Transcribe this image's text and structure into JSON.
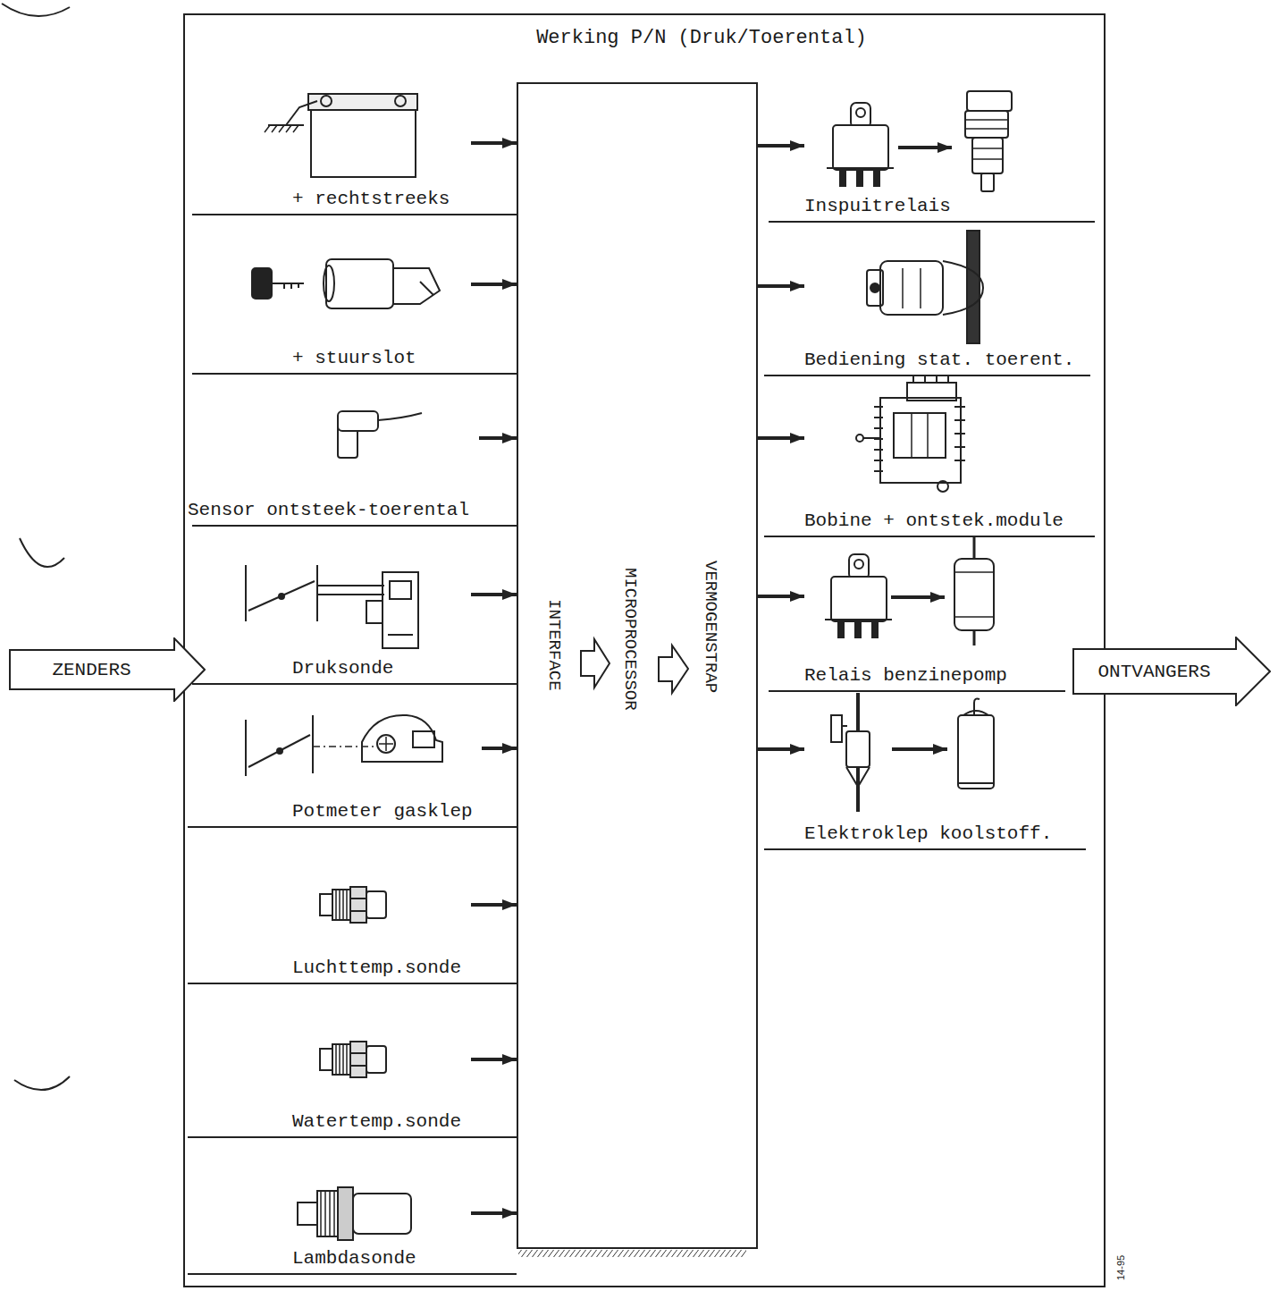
{
  "diagram": {
    "title": "Werking P/N (Druk/Toerental)",
    "nodes": [
      {
        "text": [
          "Werking P/N (Druk/Toerental)"
        ]
      },
      {
        "text": [
          "INTERFACE",
          "MICROPROCESSOR",
          "VERMOGENSTRAP"
        ],
        "in": 0
      },
      {
        "text": [
          "+ rechtstreeks"
        ],
        "in": 0
      },
      {
        "text": [
          "+ stuurslot"
        ],
        "in": 0
      },
      {
        "text": [
          "Sensor ontsteek-toerental"
        ],
        "in": 0
      },
      {
        "text": [
          "Druksonde"
        ],
        "in": 0
      },
      {
        "text": [
          "Potmeter gasklep"
        ],
        "in": 0
      },
      {
        "text": [
          "Luchttemp.sonde"
        ],
        "in": 0
      },
      {
        "text": [
          "Watertemp.sonde"
        ],
        "in": 0
      },
      {
        "text": [
          "Lambdasonde"
        ],
        "in": 0
      },
      {
        "text": [
          "Inspuitrelais"
        ],
        "in": 0
      },
      {
        "text": [
          "Bediening stat. toerent."
        ],
        "in": 0
      },
      {
        "text": [
          "Bobine + ontstek.module"
        ],
        "in": 0
      },
      {
        "text": [
          "Relais benzinepomp"
        ],
        "in": 0
      },
      {
        "text": [
          "Elektroklep koolstoff."
        ],
        "in": 0
      },
      {
        "text": [
          "ZENDERS"
        ]
      },
      {
        "text": [
          "ONTVANGERS"
        ]
      }
    ],
    "edges": [
      {
        "from": 2,
        "to": 1,
        "arrow": "to"
      },
      {
        "from": 3,
        "to": 1,
        "arrow": "to"
      },
      {
        "from": 4,
        "to": 1,
        "arrow": "to"
      },
      {
        "from": 5,
        "to": 1,
        "arrow": "to"
      },
      {
        "from": 6,
        "to": 1,
        "arrow": "to"
      },
      {
        "from": 7,
        "to": 1,
        "arrow": "to"
      },
      {
        "from": 8,
        "to": 1,
        "arrow": "to"
      },
      {
        "from": 9,
        "to": 1,
        "arrow": "to"
      },
      {
        "from": 1,
        "to": 10,
        "arrow": "to"
      },
      {
        "from": 1,
        "to": 11,
        "arrow": "to"
      },
      {
        "from": 1,
        "to": 12,
        "arrow": "to"
      },
      {
        "from": 1,
        "to": 13,
        "arrow": "to"
      },
      {
        "from": 1,
        "to": 14,
        "arrow": "to"
      }
    ],
    "labels": [
      "14-95"
    ]
  }
}
